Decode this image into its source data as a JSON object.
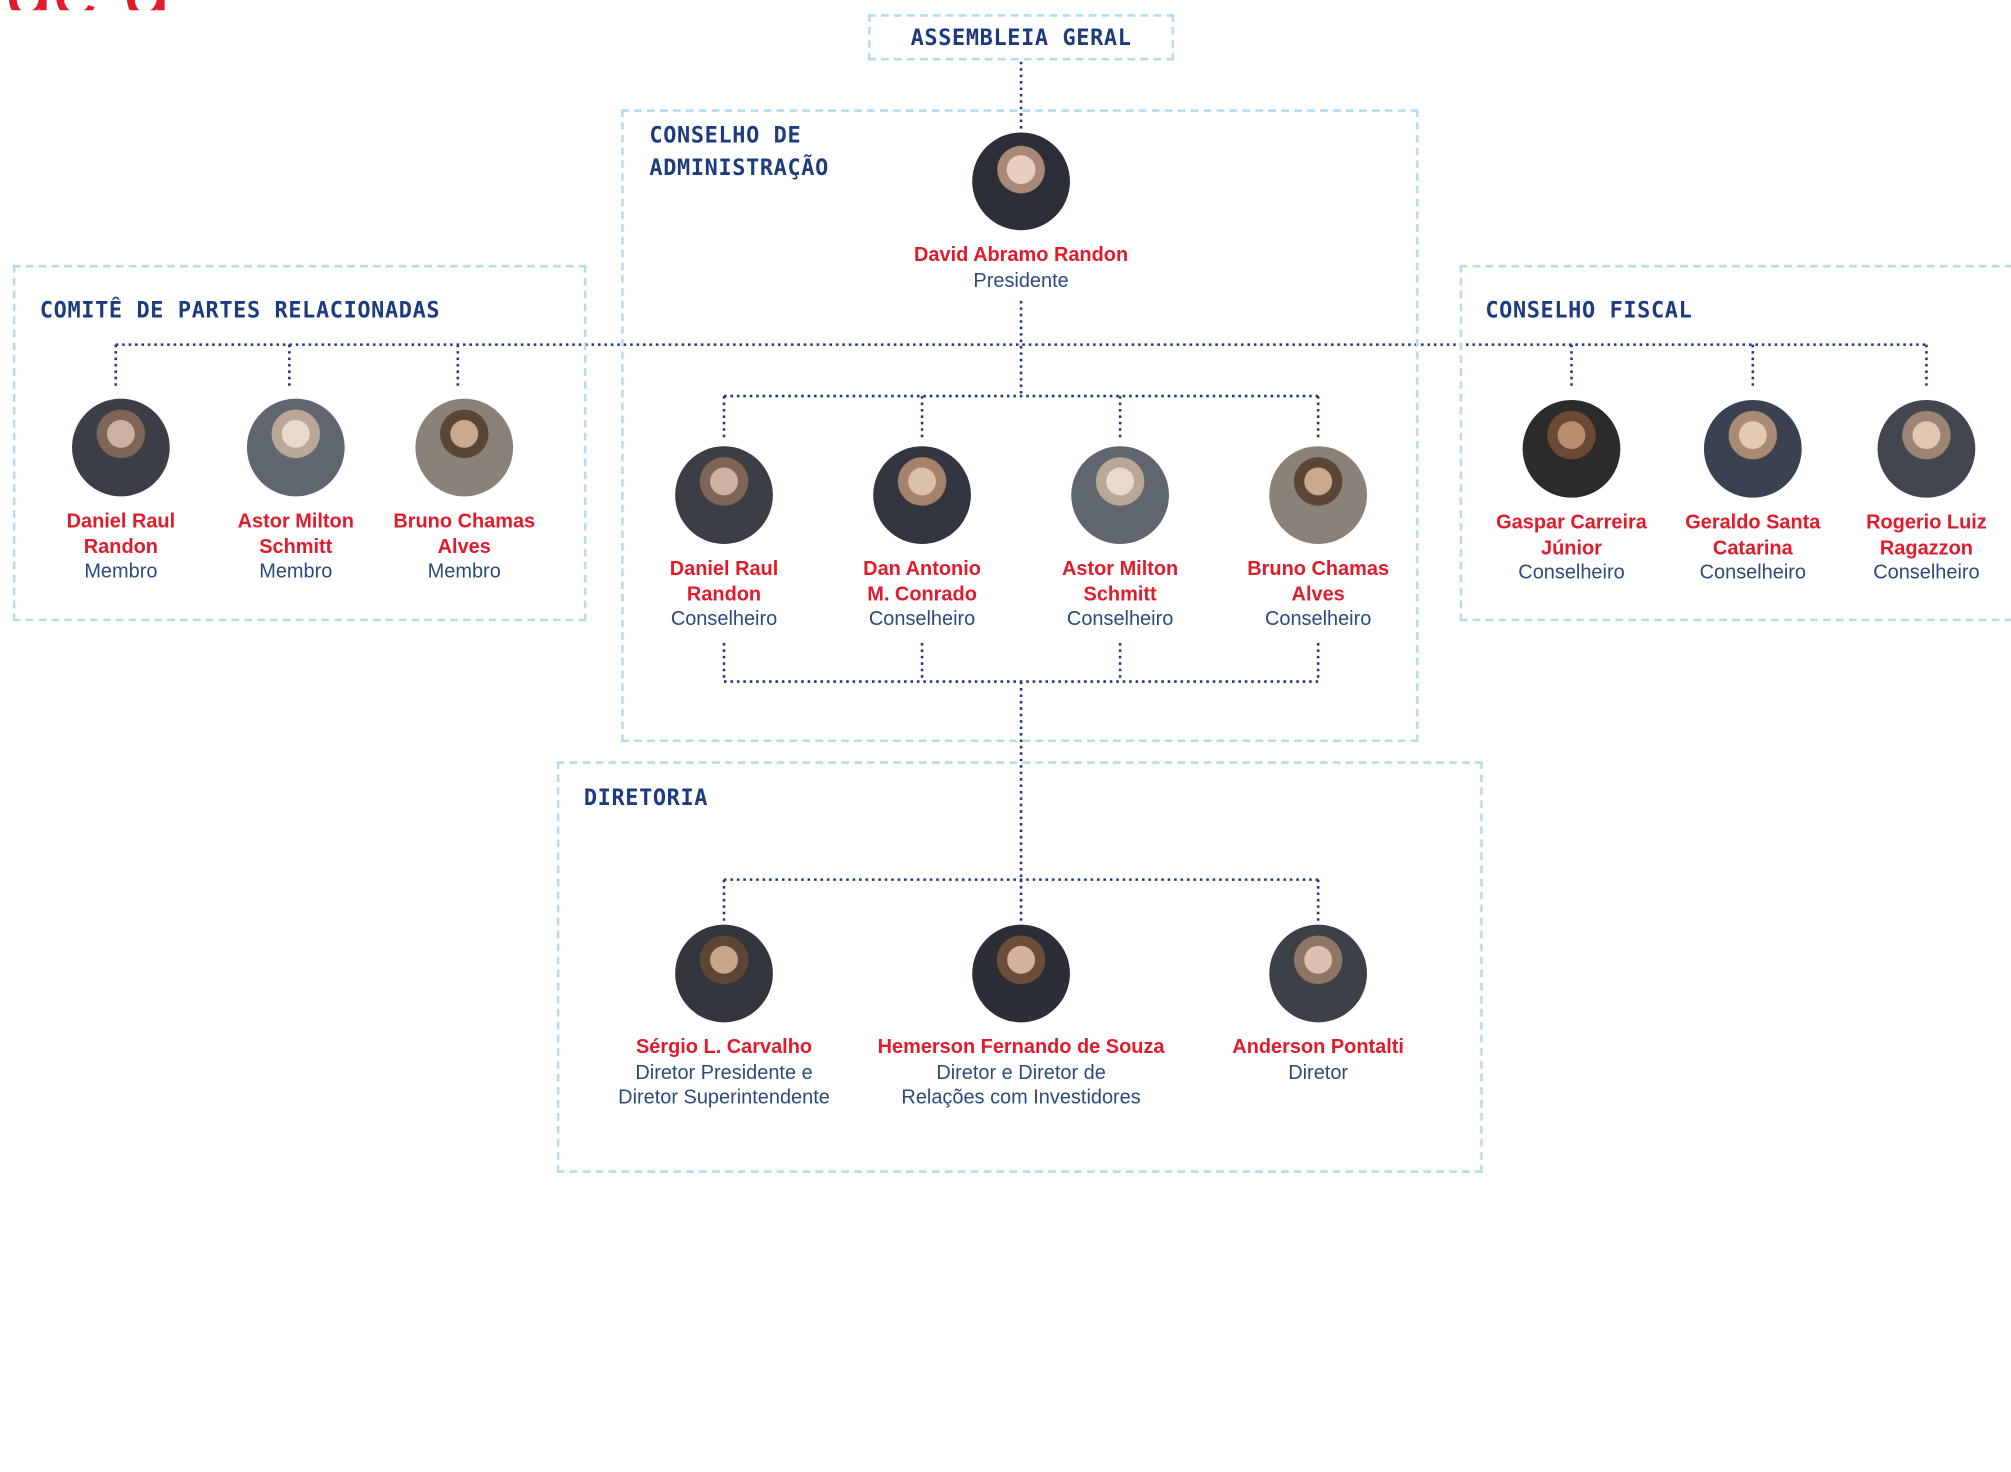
{
  "header_fragment": "ge   g",
  "boxes": {
    "assembleia": "ASSEMBLEIA GERAL",
    "conselho_admin": "CONSELHO DE\nADMINISTRAÇÃO",
    "comite": "COMITÊ DE PARTES RELACIONADAS",
    "fiscal": "CONSELHO FISCAL",
    "diretoria": "DIRETORIA"
  },
  "presidente": {
    "name": "David Abramo Randon",
    "role": "Presidente"
  },
  "comite_members": [
    {
      "name": "Daniel Raul\nRandon",
      "role": "Membro"
    },
    {
      "name": "Astor Milton\nSchmitt",
      "role": "Membro"
    },
    {
      "name": "Bruno Chamas\nAlves",
      "role": "Membro"
    }
  ],
  "conselheiros": [
    {
      "name": "Daniel Raul\nRandon",
      "role": "Conselheiro"
    },
    {
      "name": "Dan Antonio\nM. Conrado",
      "role": "Conselheiro"
    },
    {
      "name": "Astor Milton\nSchmitt",
      "role": "Conselheiro"
    },
    {
      "name": "Bruno Chamas\nAlves",
      "role": "Conselheiro"
    }
  ],
  "fiscal_members": [
    {
      "name": "Gaspar Carreira\nJúnior",
      "role": "Conselheiro"
    },
    {
      "name": "Geraldo Santa\nCatarina",
      "role": "Conselheiro"
    },
    {
      "name": "Rogerio Luiz\nRagazzon",
      "role": "Conselheiro"
    }
  ],
  "diretoria_members": [
    {
      "name": "Sérgio L. Carvalho",
      "role": "Diretor Presidente e\nDiretor Superintendente"
    },
    {
      "name": "Hemerson Fernando de Souza",
      "role": "Diretor e Diretor de\nRelações com Investidores"
    },
    {
      "name": "Anderson Pontalti",
      "role": "Diretor"
    }
  ],
  "colors": {
    "name_red": "#e01b2b",
    "title_navy": "#1f3b7f",
    "dashed_border": "#b6dcf2",
    "dotted_line": "#1f3b7f"
  }
}
